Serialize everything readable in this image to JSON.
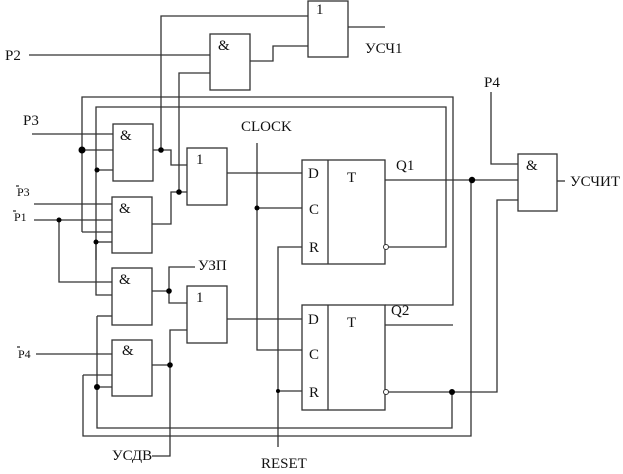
{
  "diagram": {
    "type": "logic-circuit",
    "signals": {
      "p2": "P2",
      "p3": "P3",
      "p3_inv": "P3",
      "p1_inv": "P1",
      "p4_inv": "P4",
      "p4": "P4",
      "clock": "CLOCK",
      "reset": "RESET",
      "q1": "Q1",
      "q2": "Q2"
    },
    "outputs": {
      "usch1": "УСЧ1",
      "uzp": "УЗП",
      "usdv": "УСДВ",
      "uschit": "УСЧИТ"
    },
    "gate_symbols": {
      "and": "&",
      "or": "1"
    },
    "flipflop": {
      "type_label": "T",
      "pin_d": "D",
      "pin_c": "C",
      "pin_r": "R"
    },
    "negation_mark": "˥"
  }
}
